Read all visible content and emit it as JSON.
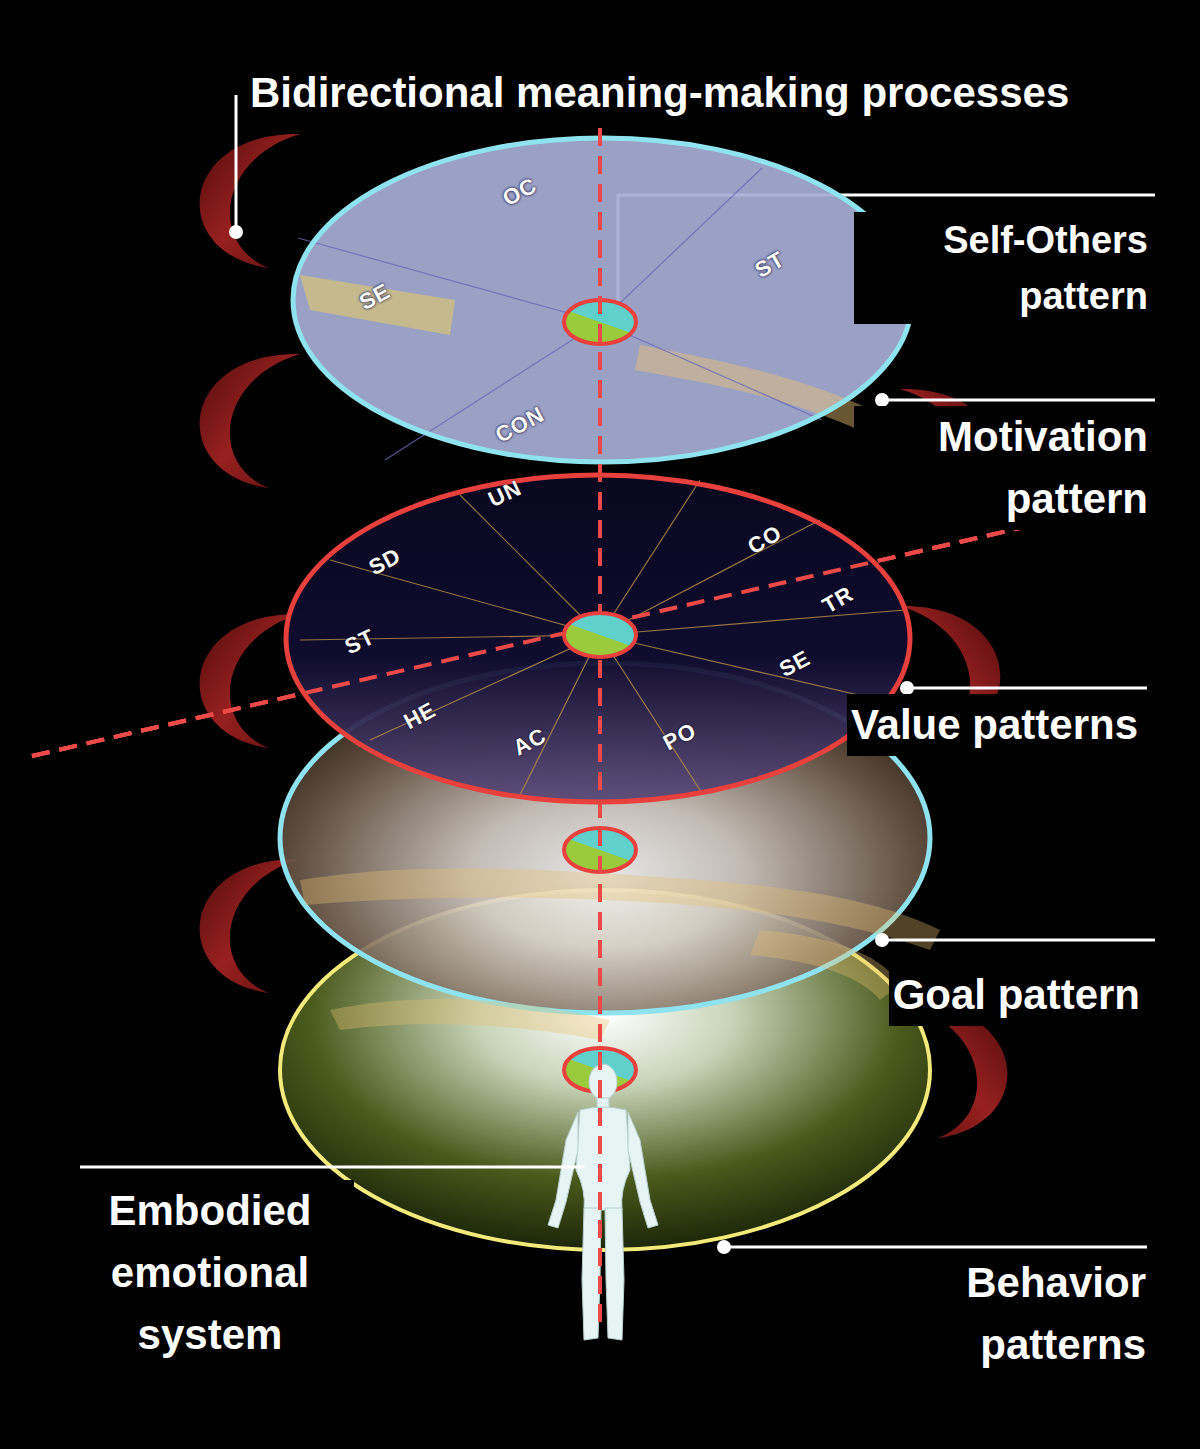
{
  "diagram": {
    "nodes": [
      {
        "text": [
          "OC",
          "SE",
          "ST",
          "CON"
        ]
      },
      {
        "text": [
          "UN",
          "SD",
          "CO",
          "TR",
          "ST",
          "SE",
          "HE",
          "AC",
          "PO"
        ]
      }
    ],
    "edges": [],
    "labels": [
      "Bidirectional meaning-making processes",
      "Self-Others pattern",
      "Motivation pattern",
      "Value patterns",
      "Goal pattern",
      "Behavior patterns",
      "Embodied emotional system"
    ]
  }
}
